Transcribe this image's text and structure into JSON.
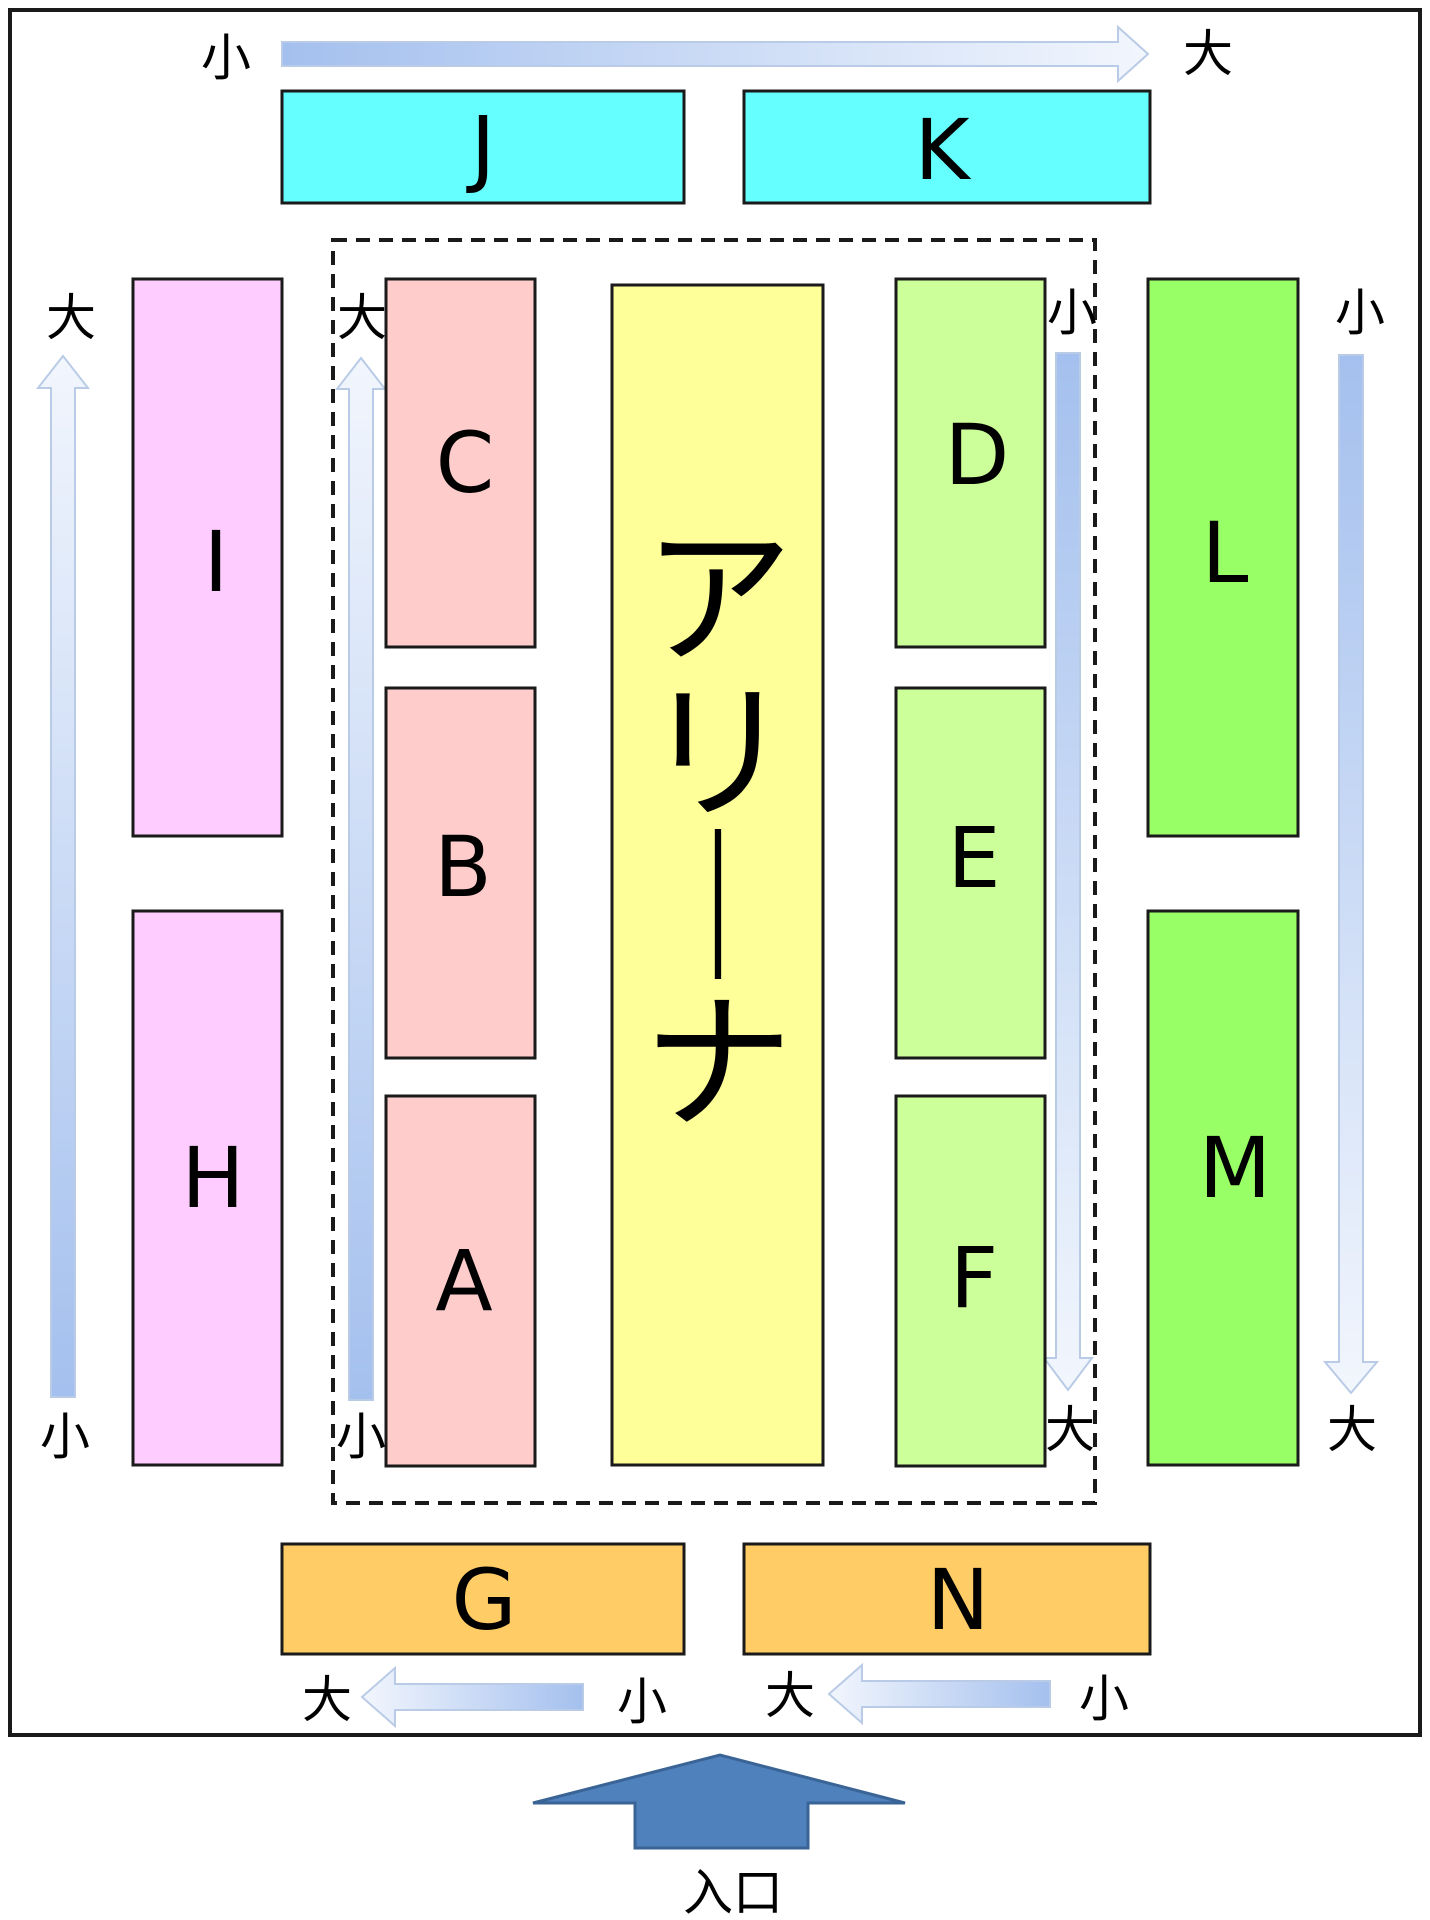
{
  "blocks": {
    "J": {
      "label": "J",
      "color": "#66ffff"
    },
    "K": {
      "label": "K",
      "color": "#66ffff"
    },
    "I": {
      "label": "I",
      "color": "#ffccff"
    },
    "H": {
      "label": "H",
      "color": "#ffccff"
    },
    "C": {
      "label": "C",
      "color": "#ffcccc"
    },
    "B": {
      "label": "B",
      "color": "#ffcccc"
    },
    "A": {
      "label": "A",
      "color": "#ffcccc"
    },
    "arena": {
      "label": "アリーナ",
      "color": "#ffff99"
    },
    "D": {
      "label": "D",
      "color": "#ccff99"
    },
    "E": {
      "label": "E",
      "color": "#ccff99"
    },
    "F": {
      "label": "F",
      "color": "#ccff99"
    },
    "L": {
      "label": "L",
      "color": "#99ff66"
    },
    "M": {
      "label": "M",
      "color": "#99ff66"
    },
    "G": {
      "label": "G",
      "color": "#ffcc66"
    },
    "N": {
      "label": "N",
      "color": "#ffcc66"
    }
  },
  "size_labels": {
    "small": "小",
    "large": "大"
  },
  "entrance": {
    "label": "入口",
    "color": "#4f81bd"
  },
  "arrow_color": "#a4c0ee"
}
